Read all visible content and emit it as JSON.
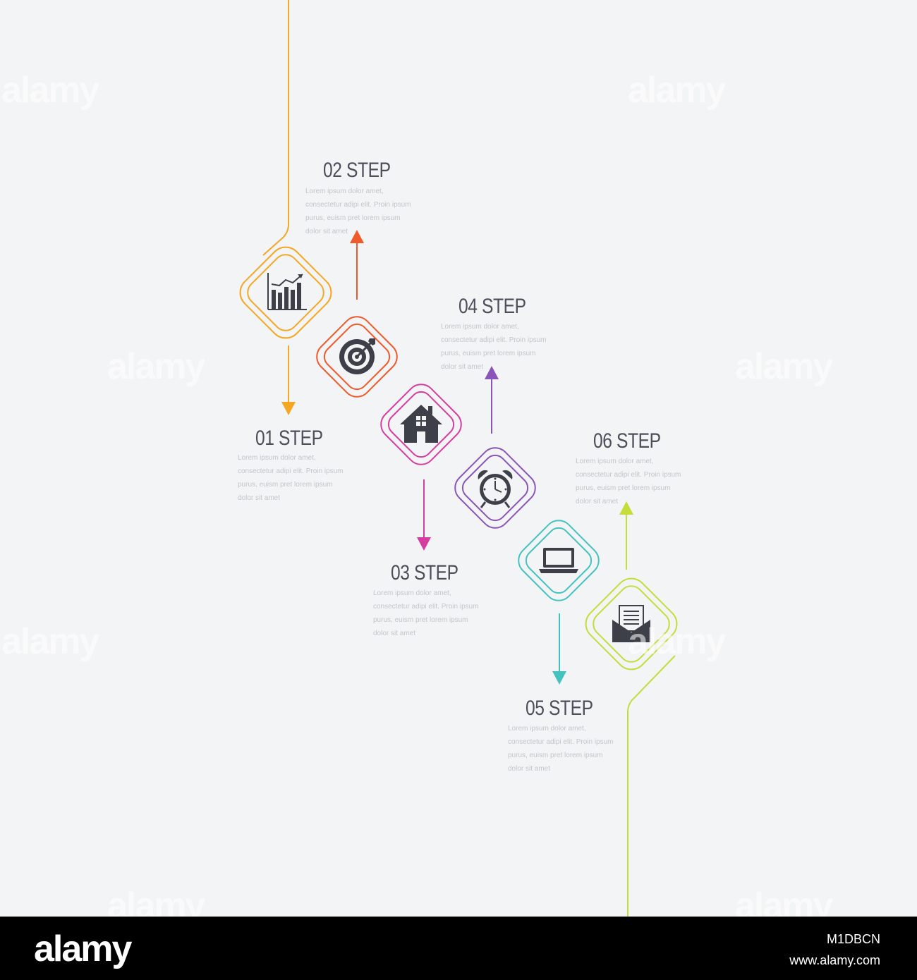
{
  "steps": [
    {
      "title": "01 STEP",
      "desc": "Lorem ipsum dolor amet, consectetur adipi elit. Proin ipsum purus, euism pret lorem ipsum dolor sit amet",
      "color": "#f5a623",
      "icon": "bar-chart-icon",
      "direction": "down"
    },
    {
      "title": "02 STEP",
      "desc": "Lorem ipsum dolor amet, consectetur adipi elit. Proin ipsum purus, euism pret lorem ipsum dolor sit amet",
      "color": "#f0592a",
      "icon": "target-icon",
      "direction": "up"
    },
    {
      "title": "03 STEP",
      "desc": "Lorem ipsum dolor amet, consectetur adipi elit. Proin ipsum purus, euism pret lorem ipsum dolor sit amet",
      "color": "#d63da0",
      "icon": "house-icon",
      "direction": "down"
    },
    {
      "title": "04 STEP",
      "desc": "Lorem ipsum dolor amet, consectetur adipi elit. Proin ipsum purus, euism pret lorem ipsum dolor sit amet",
      "color": "#8a55b8",
      "icon": "alarm-clock-icon",
      "direction": "up"
    },
    {
      "title": "05 STEP",
      "desc": "Lorem ipsum dolor amet, consectetur adipi elit. Proin ipsum purus, euism pret lorem ipsum dolor sit amet",
      "color": "#45c2c0",
      "icon": "laptop-icon",
      "direction": "down"
    },
    {
      "title": "06 STEP",
      "desc": "Lorem ipsum dolor amet, consectetur adipi elit. Proin ipsum purus, euism pret lorem ipsum dolor sit amet",
      "color": "#c6dc3c",
      "icon": "email-letter-icon",
      "direction": "up"
    }
  ],
  "watermark": {
    "text": "alamy"
  },
  "footer": {
    "logo": "alamy",
    "image_id": "M1DBCN",
    "url": "www.alamy.com"
  }
}
